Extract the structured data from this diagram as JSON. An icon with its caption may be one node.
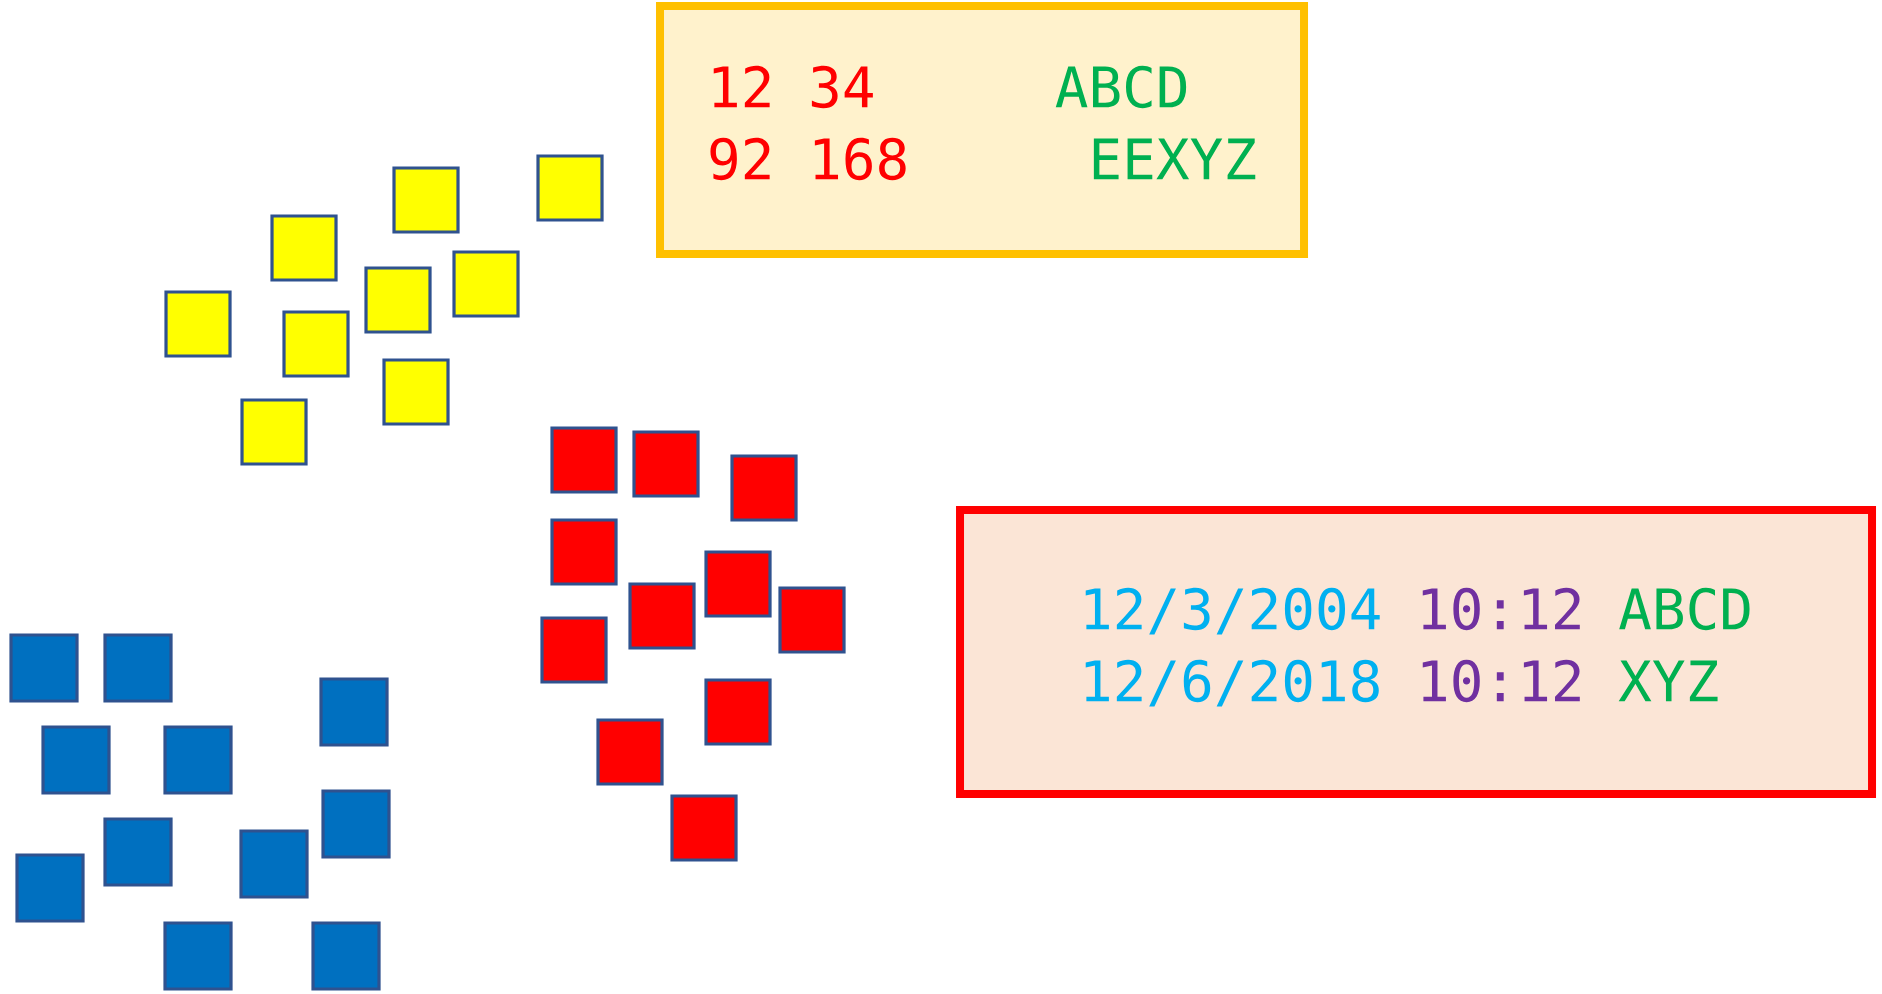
{
  "diagram": {
    "nodes": [
      {
        "text": [
          "12 34",
          "ABCD",
          "92 168",
          "EEXYZ"
        ]
      },
      {
        "text": [
          "12/3/2004",
          "10:12",
          "ABCD",
          "12/6/2018",
          "10:12",
          "XYZ"
        ]
      }
    ]
  }
}
